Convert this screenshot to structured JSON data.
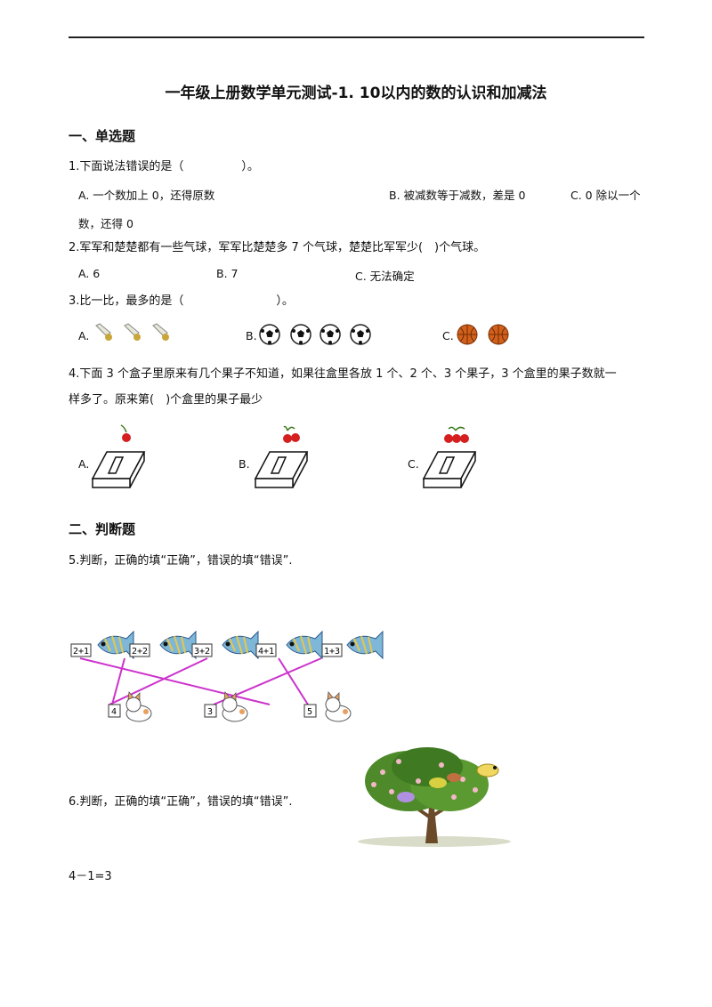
{
  "title": "一年级上册数学单元测试-1. 10以内的数的认识和加减法",
  "section1": "一、单选题",
  "q1": {
    "stem": "1.下面说法错误的是（　　　　　）。",
    "a": "A. 一个数加上 0，还得原数",
    "b": "B. 被减数等于减数，差是 0",
    "c": "C. 0 除以一个",
    "c_cont": "数，还得 0"
  },
  "q2": {
    "stem": "2.军军和楚楚都有一些气球，军军比楚楚多 7 个气球，楚楚比军军少(　)个气球。",
    "a": "A. 6",
    "b": "B. 7",
    "c": "C. 无法确定"
  },
  "q3": {
    "stem": "3.比一比，最多的是（　　　　　　　　）。",
    "a": "A.",
    "b": "B.",
    "c": "C."
  },
  "q4": {
    "stem_line1": "4.下面 3 个盒子里原来有几个果子不知道，如果往盒里各放 1 个、2 个、3 个果子，3 个盒里的果子数就一",
    "stem_line2": "样多了。原来第(　)个盒里的果子最少",
    "a": "A.",
    "b": "B.",
    "c": "C."
  },
  "section2": "二、判断题",
  "q5": {
    "stem": "5.判断，正确的填“正确”，错误的填“错误”.",
    "top_labels": [
      "2+1",
      "2+2",
      "3+2",
      "4+1",
      "1+3"
    ],
    "bottom_labels": [
      "4",
      "3",
      "5"
    ]
  },
  "q6": {
    "stem": "6.判断，正确的填“正确”，错误的填“错误”.",
    "equation": "4－1=3"
  },
  "colors": {
    "line": "#cc33cc",
    "rule": "#222222"
  }
}
